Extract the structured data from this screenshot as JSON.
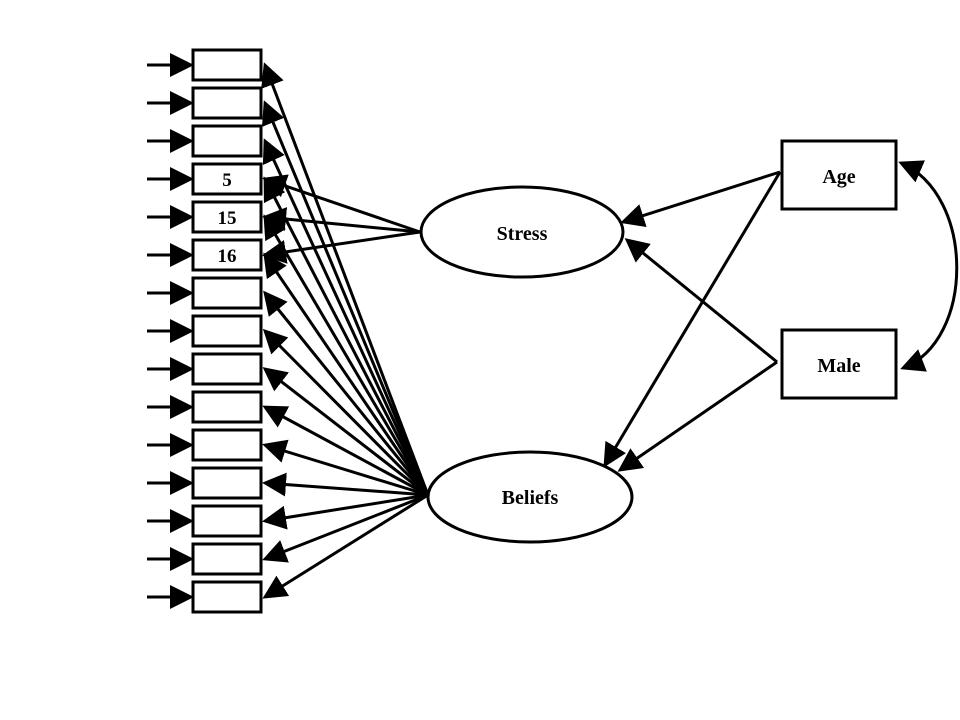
{
  "diagram": {
    "nodes": {
      "stress": {
        "label": "Stress"
      },
      "beliefs": {
        "label": "Beliefs"
      },
      "age": {
        "label": "Age"
      },
      "male": {
        "label": "Male"
      }
    },
    "indicators": [
      "",
      "",
      "",
      "5",
      "15",
      "16",
      "",
      "",
      "",
      "",
      "",
      "",
      "",
      "",
      ""
    ],
    "stress_indicators": [
      3,
      4,
      5
    ],
    "beliefs_indicators": [
      0,
      1,
      2,
      3,
      4,
      5,
      6,
      7,
      8,
      9,
      10,
      11,
      12,
      13,
      14
    ],
    "paths": [
      {
        "from": "age",
        "to": "stress"
      },
      {
        "from": "age",
        "to": "beliefs"
      },
      {
        "from": "male",
        "to": "stress"
      },
      {
        "from": "male",
        "to": "beliefs"
      }
    ],
    "covariance": {
      "between": [
        "age",
        "male"
      ]
    }
  }
}
